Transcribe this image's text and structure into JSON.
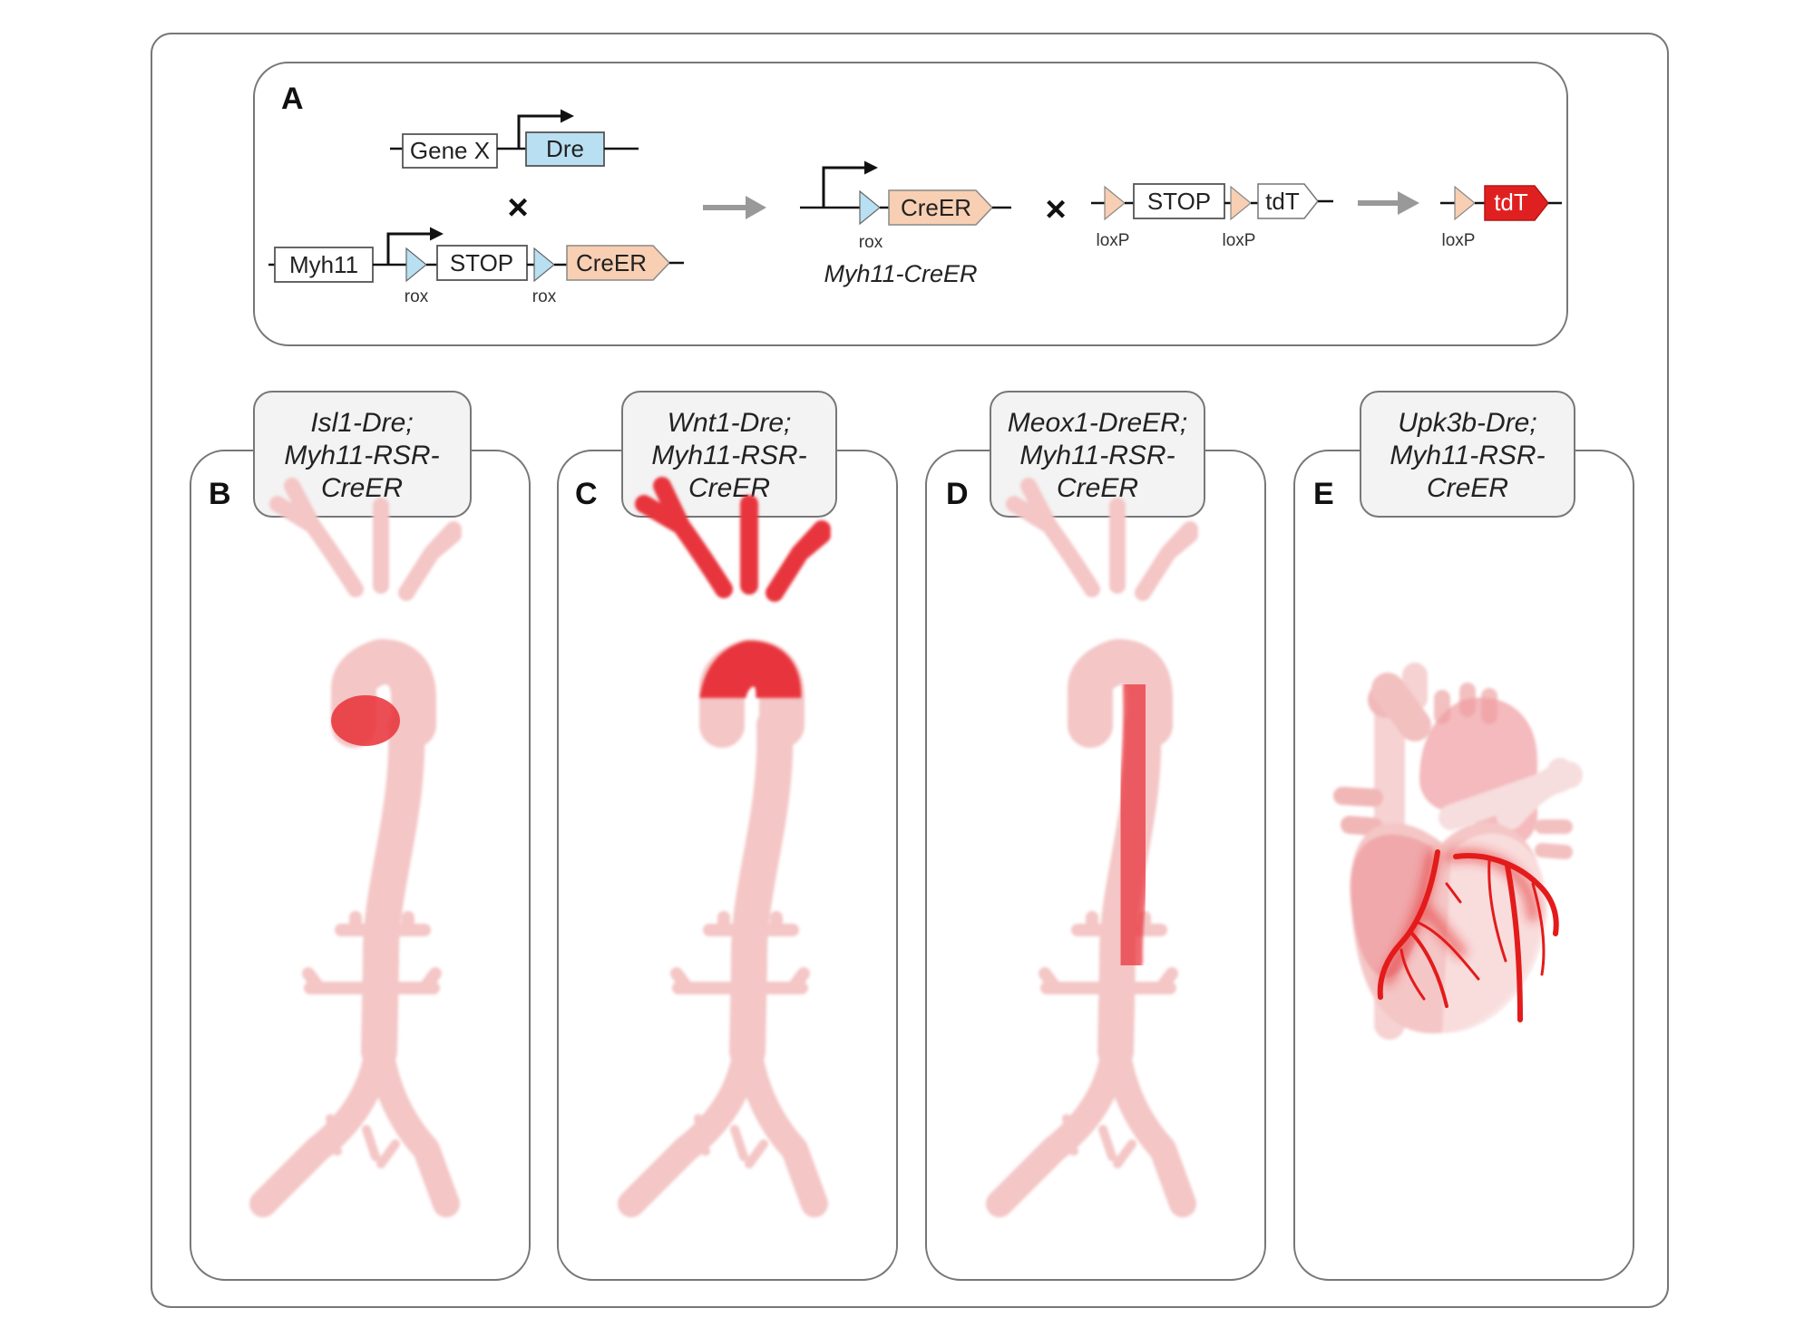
{
  "panel_a": {
    "letter": "A",
    "gene_x": "Gene X",
    "dre": "Dre",
    "myh11": "Myh11",
    "stop": "STOP",
    "creer": "CreER",
    "rox": "rox",
    "cross": "×",
    "myh11_creer": "Myh11-CreER",
    "loxp": "loxP",
    "tdt": "tdT"
  },
  "panels": [
    {
      "letter": "B",
      "line1": "Isl1-Dre;",
      "line2": "Myh11-RSR-",
      "line3": "CreER"
    },
    {
      "letter": "C",
      "line1": "Wnt1-Dre;",
      "line2": "Myh11-RSR-",
      "line3": "CreER"
    },
    {
      "letter": "D",
      "line1": "Meox1-DreER;",
      "line2": "Myh11-RSR-",
      "line3": "CreER"
    },
    {
      "letter": "E",
      "line1": "Upk3b-Dre;",
      "line2": "Myh11-RSR-",
      "line3": "CreER"
    }
  ],
  "colors": {
    "aorta_pale": "#f4c6c6",
    "labeled_red": "#e8353c",
    "dre_blue": "#b9e0f2",
    "creer_peach": "#f8cfb2",
    "tdt_red": "#e02020"
  }
}
